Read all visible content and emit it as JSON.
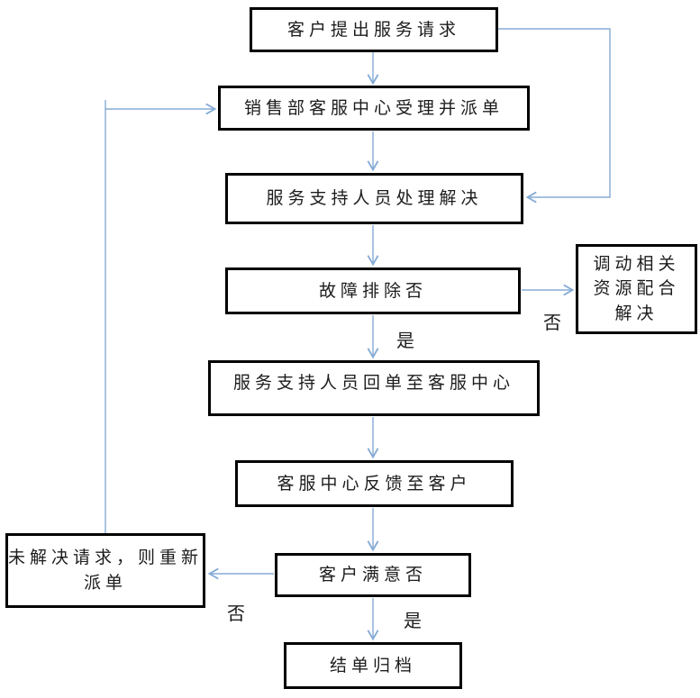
{
  "diagram": {
    "type": "flowchart",
    "accent_color": "#85abd5",
    "border_color": "#000000",
    "labels": {
      "yes": "是",
      "no": "否"
    },
    "nodes": {
      "customer_request": {
        "label": "客户提出服务请求"
      },
      "dispatch": {
        "label": "销售部客服中心受理并派单"
      },
      "support_handle": {
        "label": "服务支持人员处理解决"
      },
      "fault_check": {
        "label": "故障排除否"
      },
      "resources": {
        "label": "调动相关资源配合解决",
        "lines": [
          "调动相关",
          "资源配合",
          "解决"
        ]
      },
      "return_order": {
        "label": "服务支持人员回单至客服中心"
      },
      "feedback": {
        "label": "客服中心反馈至客户"
      },
      "satisfaction_check": {
        "label": "客户满意否"
      },
      "redispatch": {
        "label": "未解决请求，则重新派单",
        "lines": [
          "未解决请求，则重新",
          "派单"
        ]
      },
      "archive": {
        "label": "结单归档"
      }
    },
    "edges": [
      {
        "from": "customer_request",
        "to": "dispatch",
        "label": ""
      },
      {
        "from": "customer_request",
        "to": "support_handle",
        "label": ""
      },
      {
        "from": "dispatch",
        "to": "support_handle",
        "label": ""
      },
      {
        "from": "support_handle",
        "to": "fault_check",
        "label": ""
      },
      {
        "from": "fault_check",
        "to": "resources",
        "label": "否"
      },
      {
        "from": "fault_check",
        "to": "return_order",
        "label": "是"
      },
      {
        "from": "return_order",
        "to": "feedback",
        "label": ""
      },
      {
        "from": "feedback",
        "to": "satisfaction_check",
        "label": ""
      },
      {
        "from": "satisfaction_check",
        "to": "redispatch",
        "label": "否"
      },
      {
        "from": "satisfaction_check",
        "to": "archive",
        "label": "是"
      },
      {
        "from": "redispatch",
        "to": "dispatch",
        "label": ""
      }
    ]
  }
}
